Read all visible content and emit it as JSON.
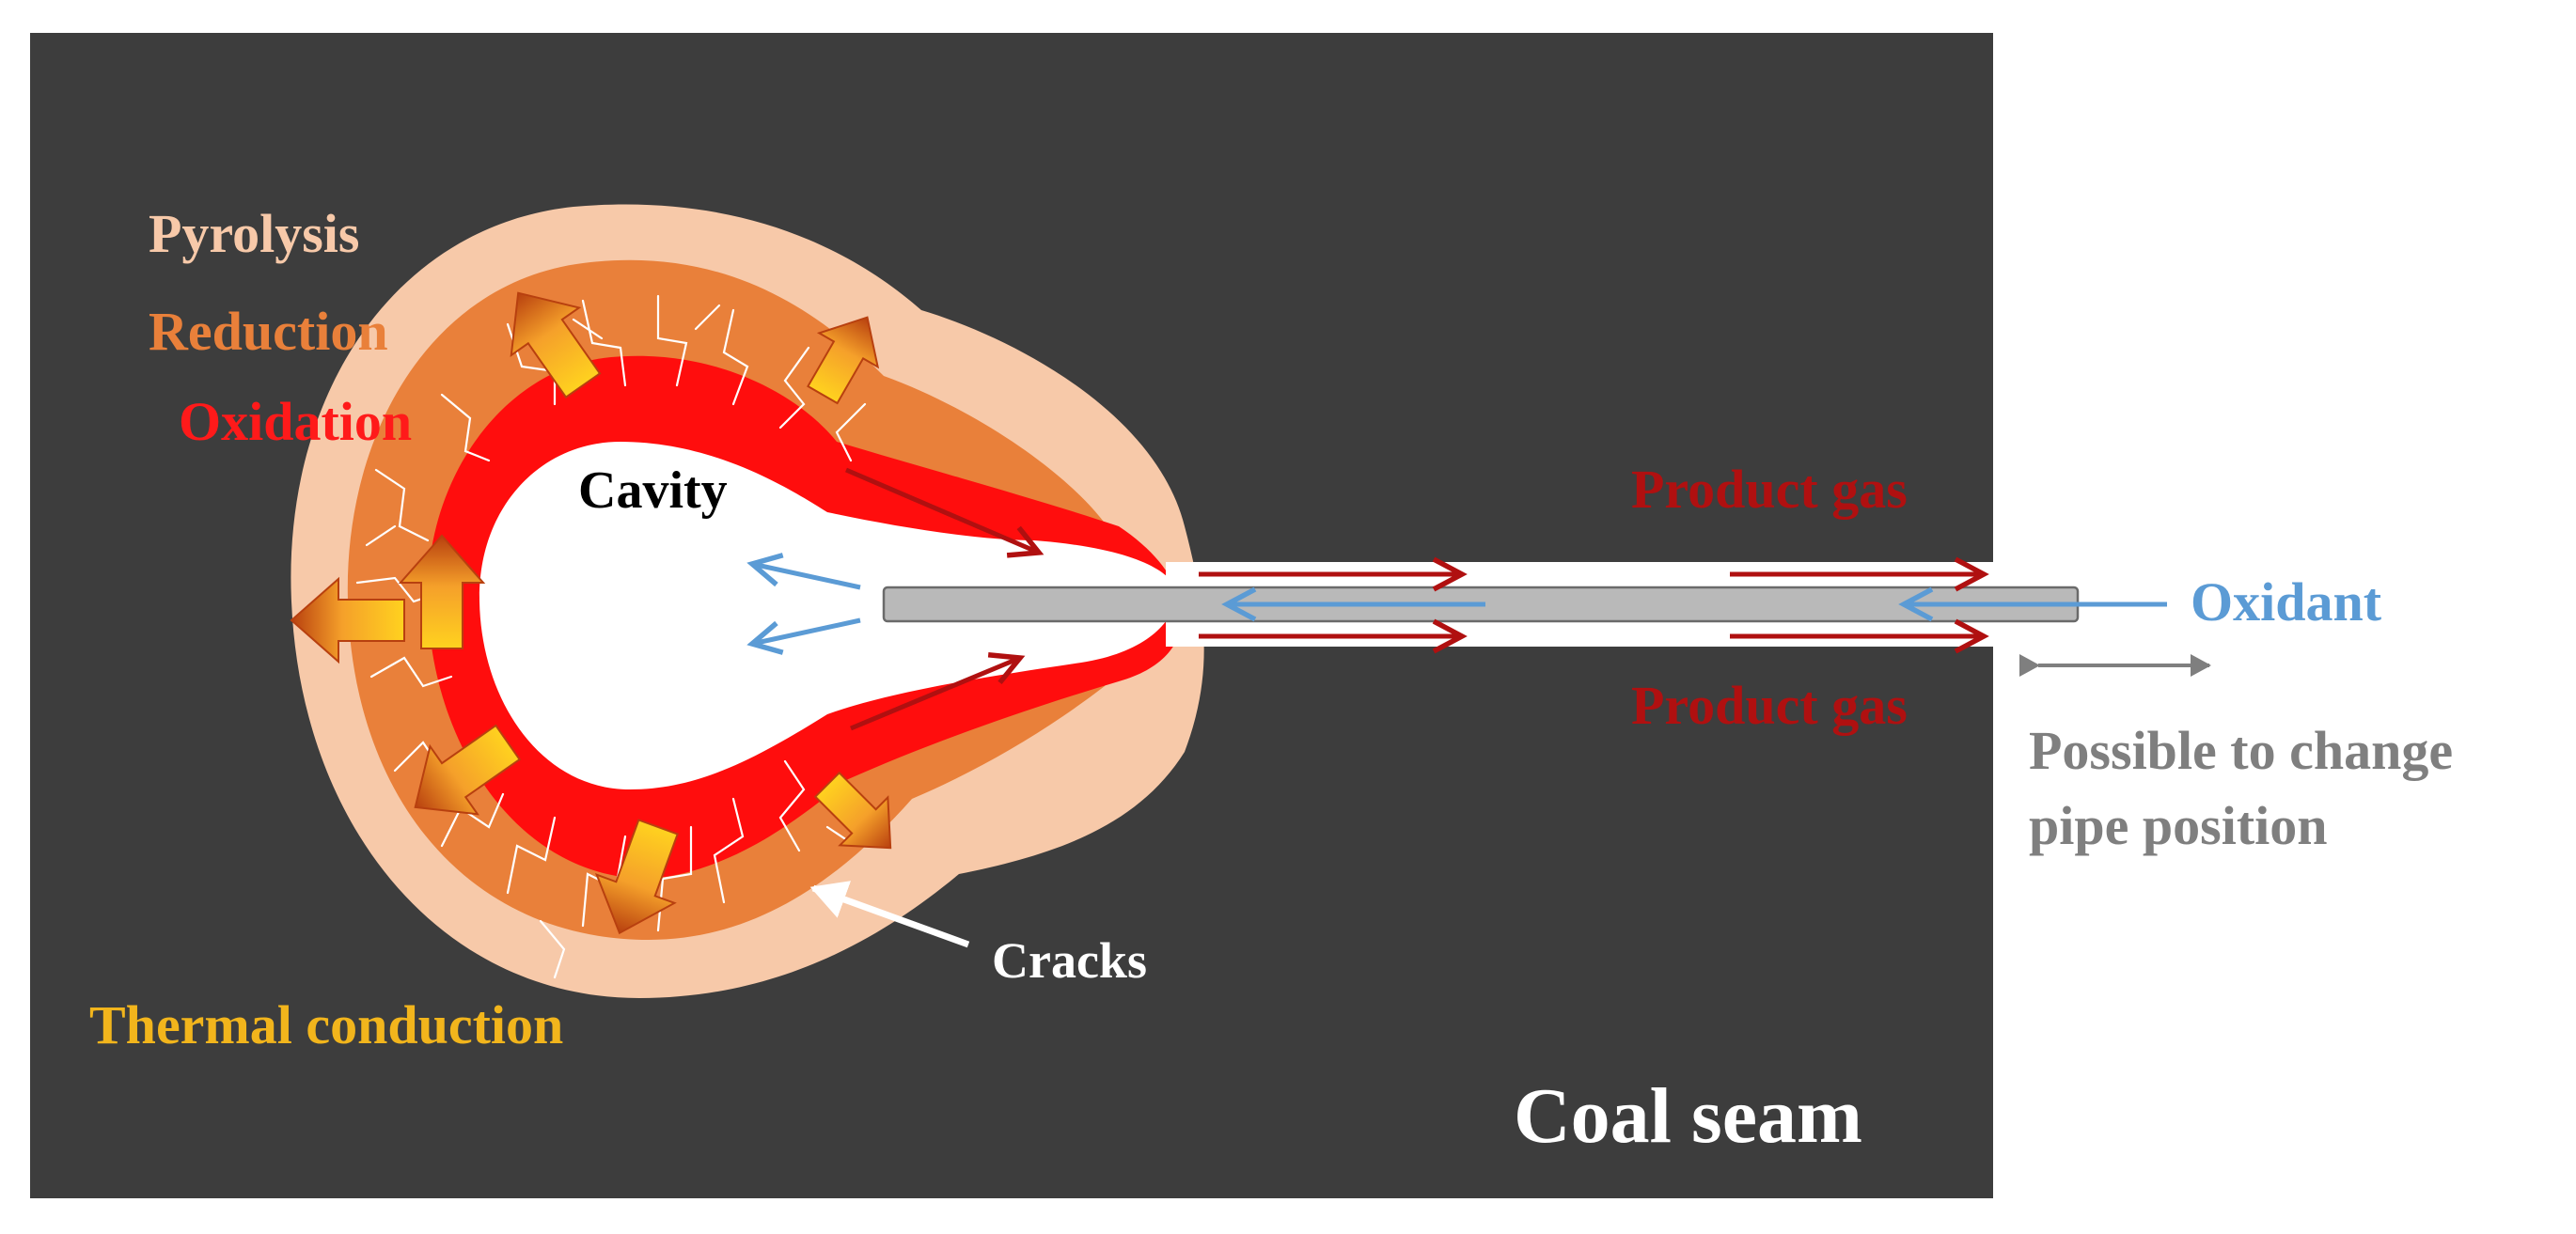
{
  "labels": {
    "pyrolysis": "Pyrolysis",
    "reduction": "Reduction",
    "oxidation": "Oxidation",
    "cavity": "Cavity",
    "product_gas_top": "Product gas",
    "product_gas_bottom": "Product gas",
    "oxidant": "Oxidant",
    "pipe_note_line1": "Possible to change",
    "pipe_note_line2": "pipe position",
    "cracks": "Cracks",
    "thermal_conduction": "Thermal conduction",
    "coal_seam": "Coal seam"
  },
  "colors": {
    "background": "#ffffff",
    "coal_seam": "#3d3d3d",
    "pyrolysis": "#f7c9a9",
    "reduction": "#e9803a",
    "oxidation": "#ff0d0d",
    "cavity": "#ffffff",
    "pipe": "#b9b9b9",
    "product_gas_arrow": "#b01010",
    "oxidant_arrow": "#5b9bd5",
    "pipe_note_arrow": "#7f7f7f",
    "thermal_arrow": "#f0a020",
    "thermal_text": "#f2b51c"
  }
}
